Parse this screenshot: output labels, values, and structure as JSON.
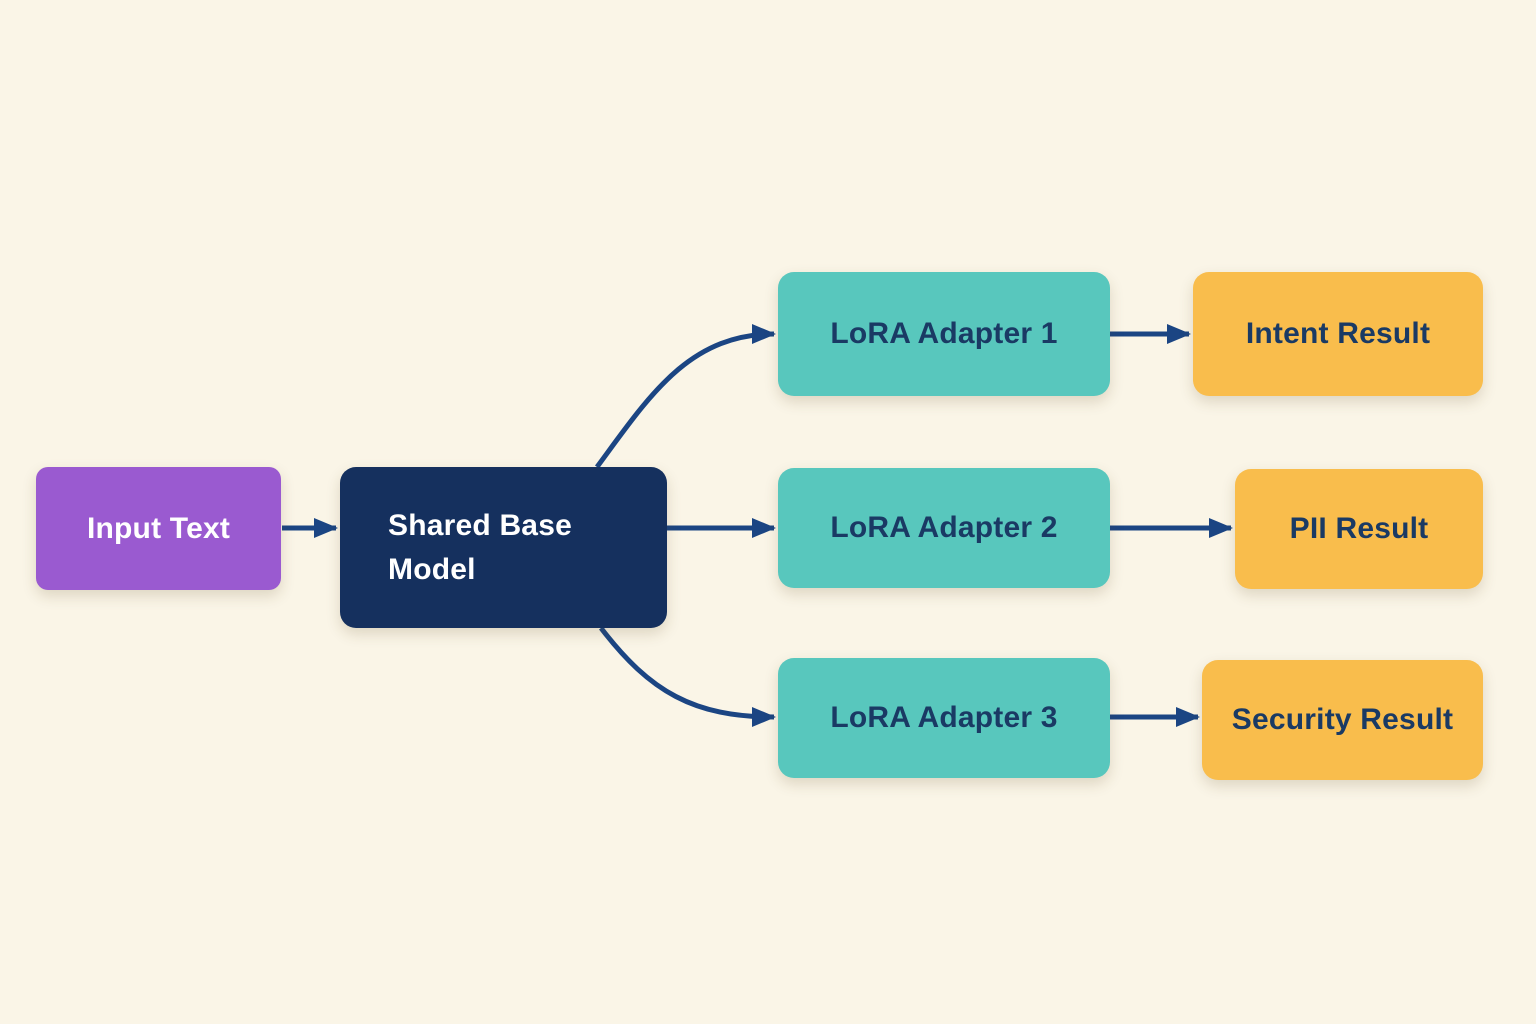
{
  "diagram": {
    "background_color": "#faf5e7",
    "arrow_color": "#1b4583",
    "nodes": [
      {
        "id": "input-text",
        "label": "Input Text",
        "fill": "#9a5ad0",
        "text_color": "#ffffff"
      },
      {
        "id": "shared-base-model",
        "label": "Shared Base Model",
        "fill": "#15305e",
        "text_color": "#ffffff"
      },
      {
        "id": "lora-adapter-1",
        "label": "LoRA Adapter 1",
        "fill": "#58c7bd",
        "text_color": "#1a3a64"
      },
      {
        "id": "lora-adapter-2",
        "label": "LoRA Adapter 2",
        "fill": "#58c7bd",
        "text_color": "#1a3a64"
      },
      {
        "id": "lora-adapter-3",
        "label": "LoRA Adapter 3",
        "fill": "#58c7bd",
        "text_color": "#1a3a64"
      },
      {
        "id": "intent-result",
        "label": "Intent Result",
        "fill": "#f9bd4c",
        "text_color": "#1a3a64"
      },
      {
        "id": "pii-result",
        "label": "PII Result",
        "fill": "#f9bd4c",
        "text_color": "#1a3a64"
      },
      {
        "id": "security-result",
        "label": "Security Result",
        "fill": "#f9bd4c",
        "text_color": "#1a3a64"
      }
    ],
    "edges": [
      {
        "from": "input-text",
        "to": "shared-base-model"
      },
      {
        "from": "shared-base-model",
        "to": "lora-adapter-1"
      },
      {
        "from": "shared-base-model",
        "to": "lora-adapter-2"
      },
      {
        "from": "shared-base-model",
        "to": "lora-adapter-3"
      },
      {
        "from": "lora-adapter-1",
        "to": "intent-result"
      },
      {
        "from": "lora-adapter-2",
        "to": "pii-result"
      },
      {
        "from": "lora-adapter-3",
        "to": "security-result"
      }
    ]
  }
}
